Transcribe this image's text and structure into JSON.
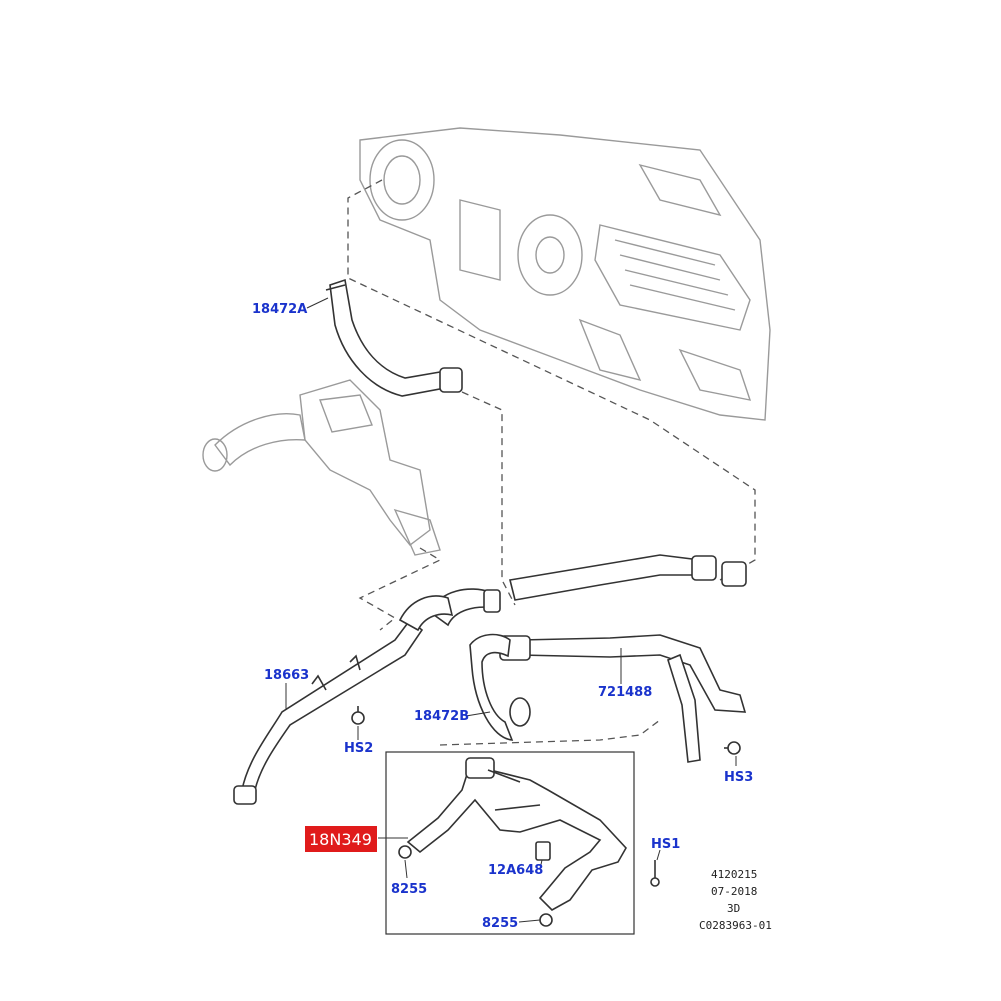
{
  "callouts": {
    "c18472A": "18472A",
    "c18663": "18663",
    "cHS2": "HS2",
    "c18472B": "18472B",
    "c721488": "721488",
    "cHS3": "HS3",
    "c18N349": "18N349",
    "cHS1": "HS1",
    "c12A648": "12A648",
    "c8255a": "8255",
    "c8255b": "8255"
  },
  "metadata": {
    "line1": "4120215",
    "line2": "07-2018",
    "line3": "3D",
    "line4": "C0283963-01"
  },
  "colors": {
    "callout_text": "#1a33cc",
    "highlight_bg": "#e01b1b",
    "highlight_text": "#ffffff"
  }
}
